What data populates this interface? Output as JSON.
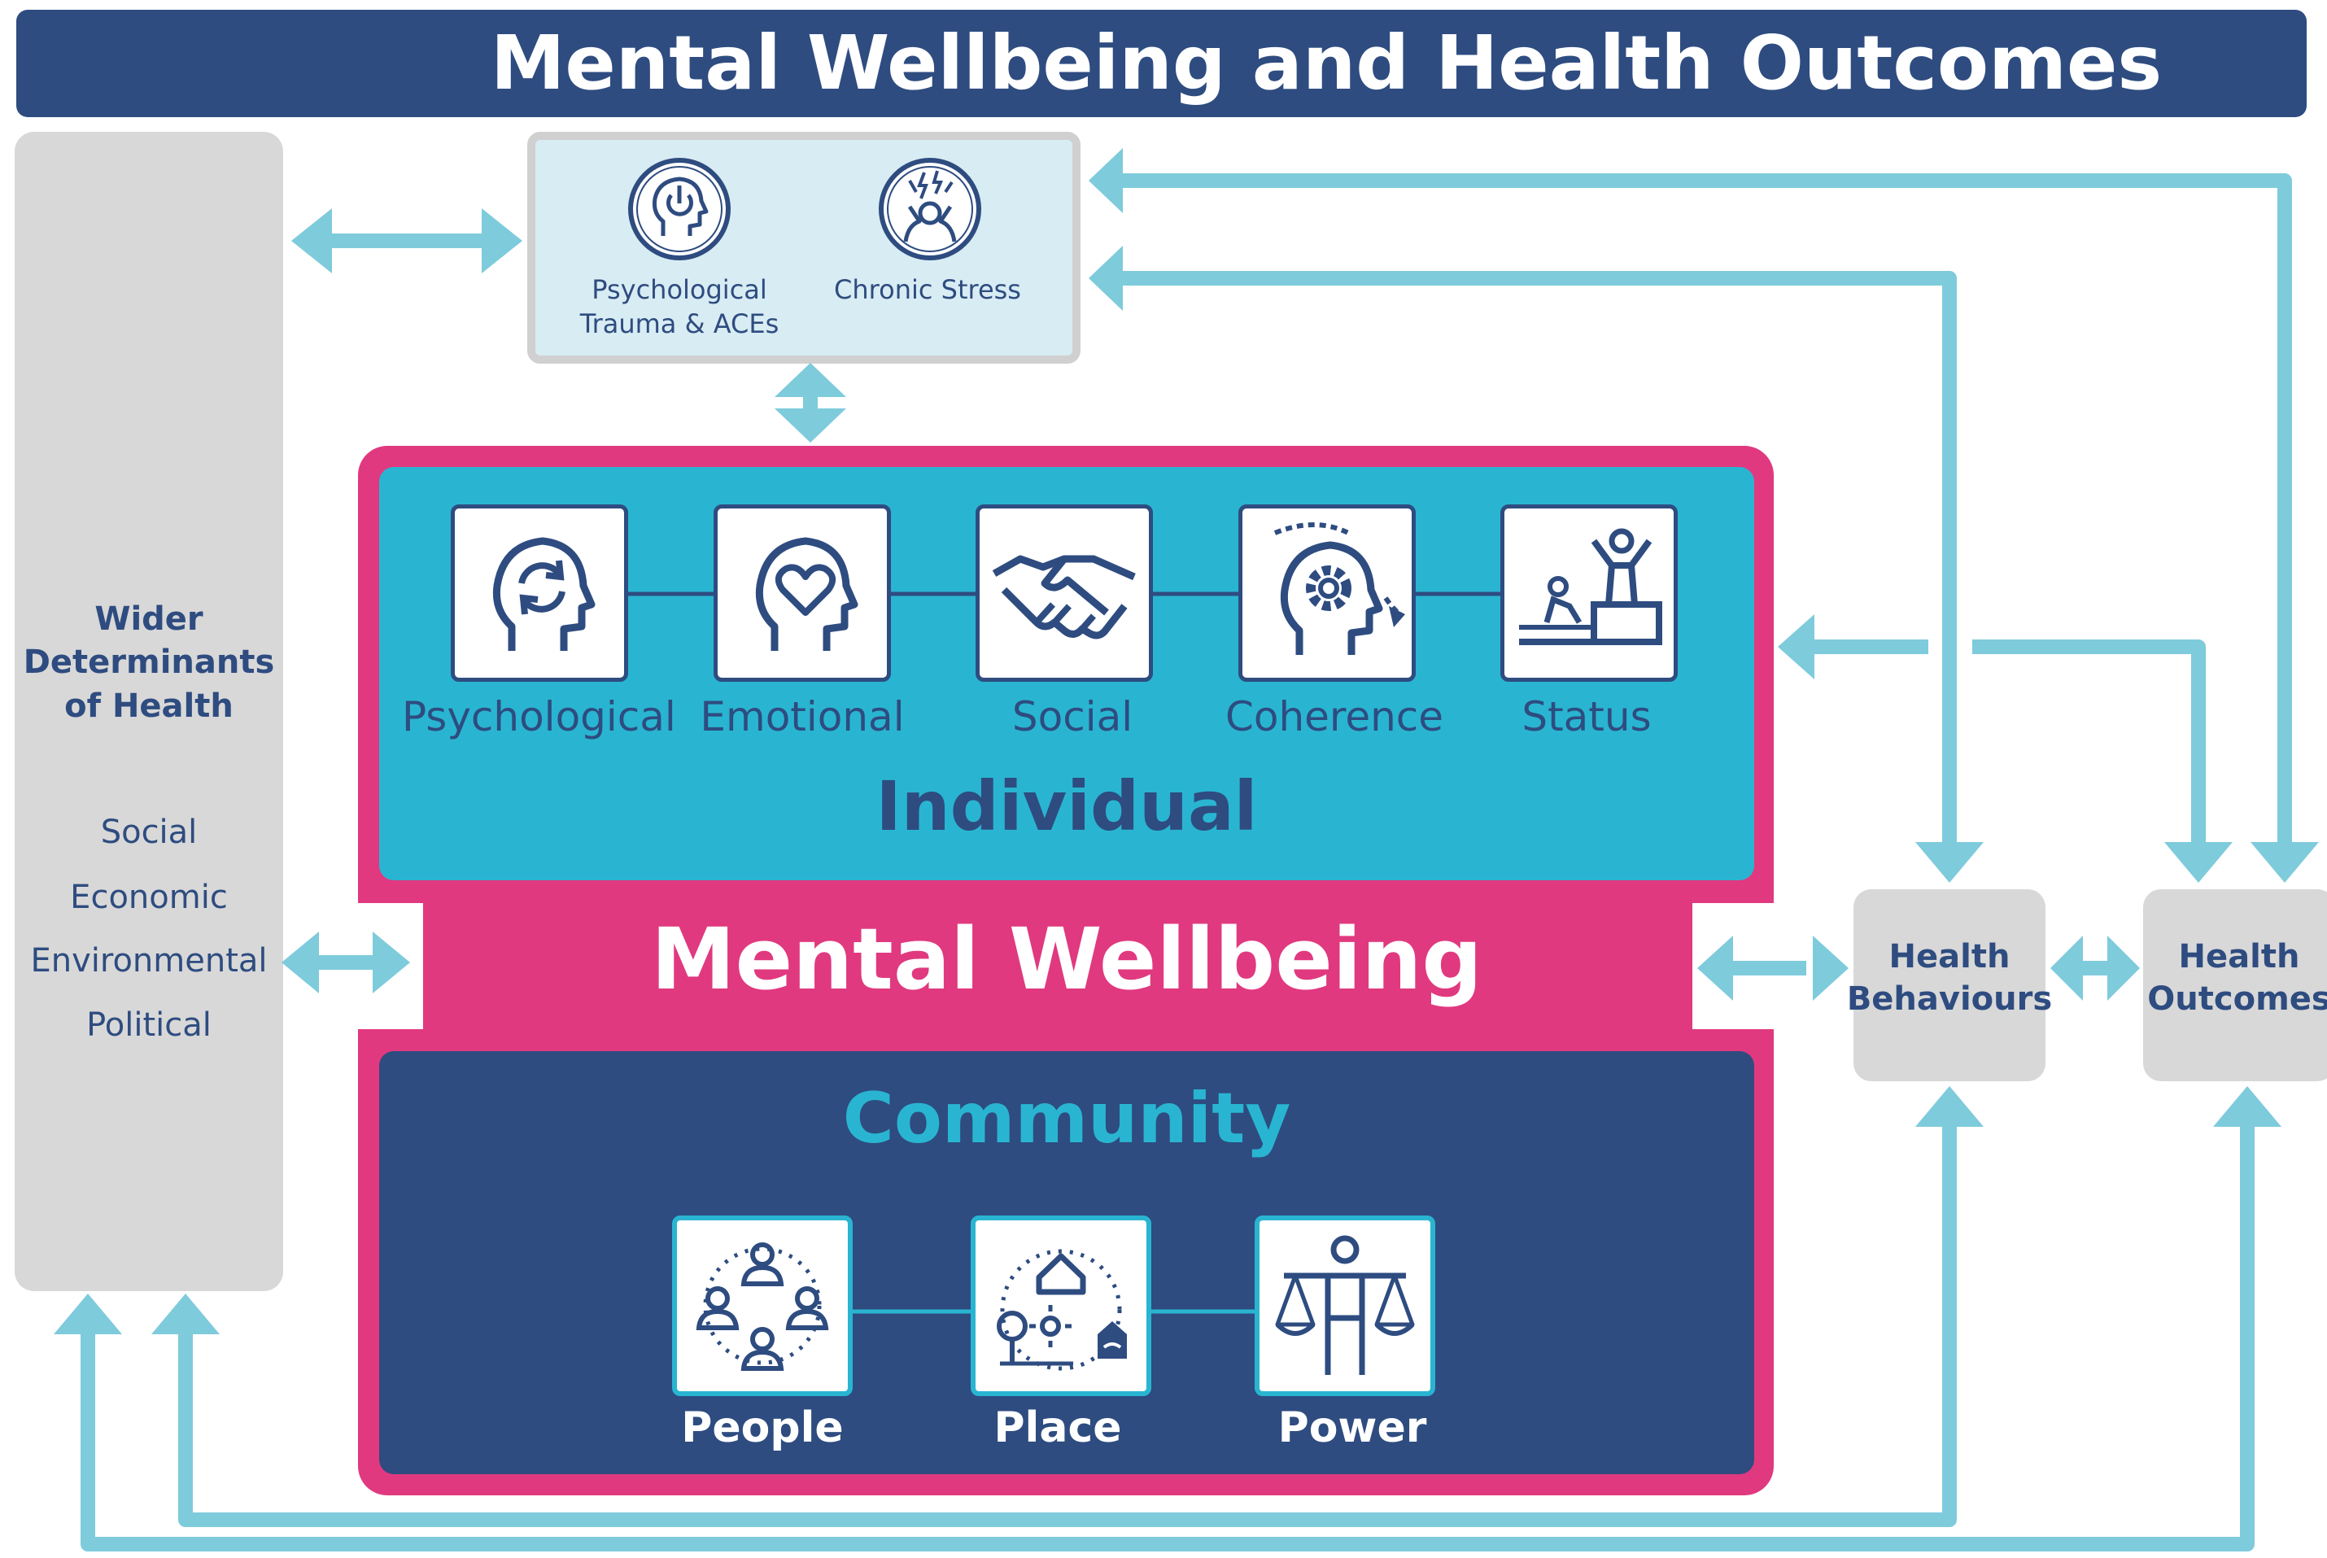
{
  "title": "Mental Wellbeing and Health Outcomes",
  "wider_determinants": {
    "heading_line1": "Wider",
    "heading_line2": "Determinants",
    "heading_line3": "of Health",
    "items": [
      "Social",
      "Economic",
      "Environmental",
      "Political"
    ]
  },
  "stressors": {
    "items": [
      {
        "label_line1": "Psychological",
        "label_line2": "Trauma & ACEs",
        "icon": "head-power-icon"
      },
      {
        "label_line1": "Chronic Stress",
        "label_line2": "",
        "icon": "stressed-person-icon"
      }
    ]
  },
  "individual": {
    "title": "Individual",
    "items": [
      {
        "label": "Psychological",
        "icon": "head-refresh-icon"
      },
      {
        "label": "Emotional",
        "icon": "head-heart-icon"
      },
      {
        "label": "Social",
        "icon": "handshake-icon"
      },
      {
        "label": "Coherence",
        "icon": "head-gear-icon"
      },
      {
        "label": "Status",
        "icon": "podium-person-icon"
      }
    ]
  },
  "center_label": "Mental Wellbeing",
  "community": {
    "title": "Community",
    "items": [
      {
        "label": "People",
        "icon": "people-circle-icon"
      },
      {
        "label": "Place",
        "icon": "places-icon"
      },
      {
        "label": "Power",
        "icon": "scales-person-icon"
      }
    ]
  },
  "health_behaviours": {
    "line1": "Health",
    "line2": "Behaviours"
  },
  "health_outcomes": {
    "line1": "Health",
    "line2": "Outcomes"
  },
  "colors": {
    "navy": "#2e4c80",
    "teal": "#29b5d1",
    "pink": "#e0397f",
    "arrow": "#7ecbdc",
    "gray": "#d8d8d8",
    "light_blue": "#d8ecf3"
  }
}
